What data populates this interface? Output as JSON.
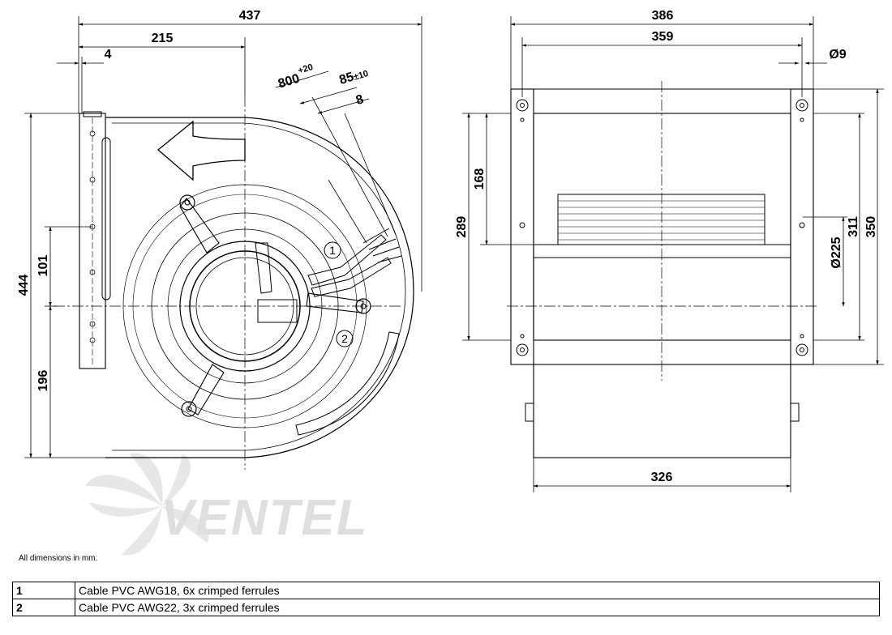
{
  "drawing": {
    "front_view": {
      "dims": {
        "overall_width": "437",
        "half_width": "215",
        "flange": "4",
        "overall_height": "444",
        "upper_offset": "101",
        "lower_offset": "196",
        "cable_length": "800",
        "cable_length_tol": "+20",
        "strip_length": "85",
        "strip_length_tol": "±10",
        "ferrule": "8"
      },
      "callouts": [
        "1",
        "2"
      ]
    },
    "side_view": {
      "dims": {
        "overall_width": "386",
        "hole_spacing": "359",
        "hole_dia": "Ø9",
        "height_289": "289",
        "height_168": "168",
        "height_311": "311",
        "height_350": "350",
        "outlet_dia": "Ø225",
        "outlet_width": "326"
      }
    },
    "logo": {
      "text": "VENTEL"
    }
  },
  "note": "All dimensions in mm.",
  "legend": [
    {
      "num": "1",
      "text": "Cable PVC AWG18, 6x crimped ferrules"
    },
    {
      "num": "2",
      "text": "Cable PVC AWG22, 3x crimped ferrules"
    }
  ],
  "colors": {
    "line": "#000000",
    "watermark": "#c8c8c8",
    "watermark_accent": "#b9d6ee"
  }
}
